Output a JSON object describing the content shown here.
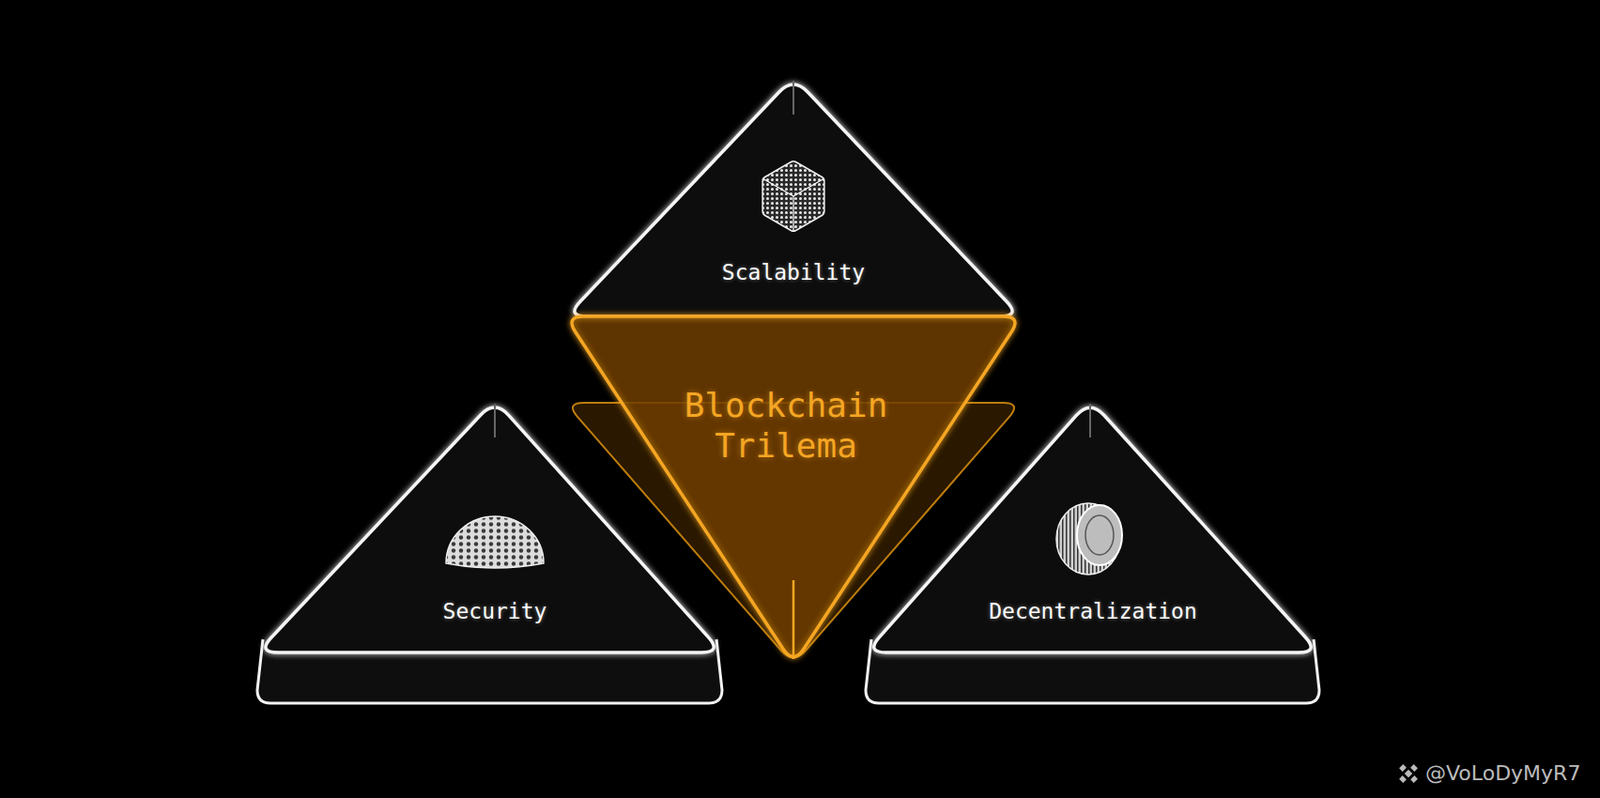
{
  "diagram": {
    "nodes": [
      {
        "text": [
          "Scalability"
        ]
      },
      {
        "text": [
          "Blockchain Trilema"
        ]
      },
      {
        "text": [
          "Security"
        ]
      },
      {
        "text": [
          "Decentralization"
        ]
      }
    ],
    "labels": [
      "@VoLoDyMyR7"
    ]
  }
}
